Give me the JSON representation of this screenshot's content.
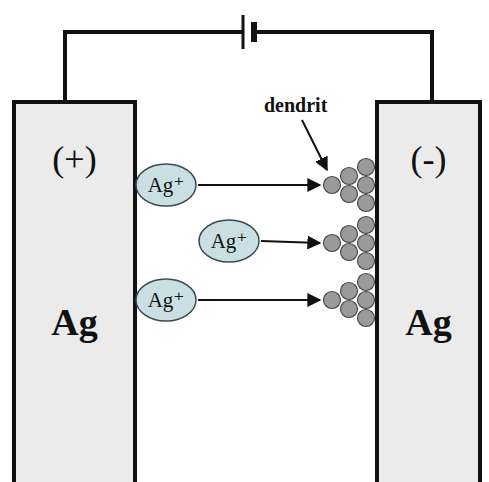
{
  "diagram": {
    "nodes": [
      {
        "text": [
          "(+)",
          "Ag"
        ]
      },
      {
        "text": [
          "Ag⁺"
        ]
      },
      {
        "text": [
          "Ag⁺"
        ]
      },
      {
        "text": [
          "Ag⁺"
        ]
      },
      {
        "text": [
          "(-)",
          "Ag"
        ]
      }
    ],
    "edges": [
      {
        "from": 1,
        "to": 4,
        "arrow": "to"
      },
      {
        "from": 2,
        "to": 4,
        "arrow": "to"
      },
      {
        "from": 3,
        "to": 4,
        "arrow": "to"
      }
    ],
    "labels": [
      "dendrit"
    ]
  }
}
